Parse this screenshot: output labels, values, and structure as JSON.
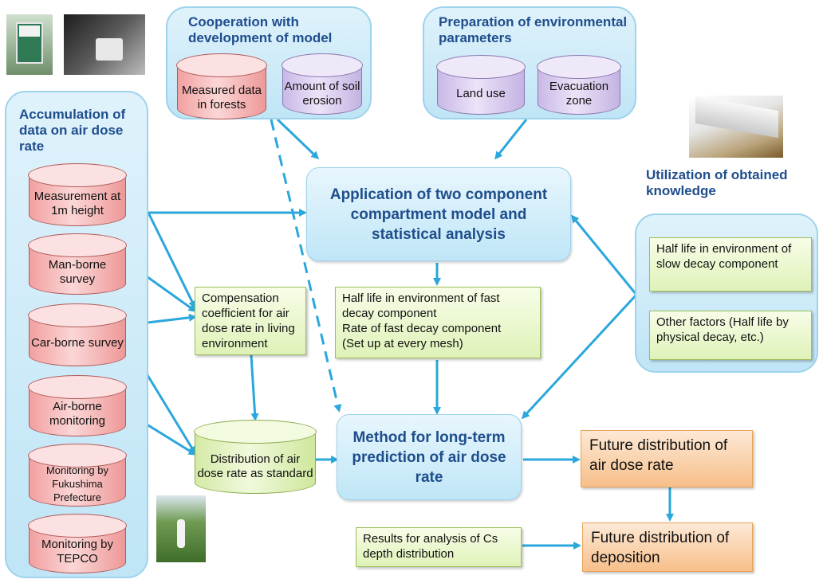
{
  "panels": {
    "cooperation": {
      "title": "Cooperation with development of model"
    },
    "preparation": {
      "title": "Preparation of environmental parameters"
    },
    "accumulation": {
      "title": "Accumulation of data on air dose rate"
    },
    "utilization": {
      "title": "Utilization of obtained knowledge"
    }
  },
  "cylinders": {
    "measured_forests": "Measured data in forests",
    "soil_erosion": "Amount of soil erosion",
    "land_use": "Land use",
    "evacuation_zone": "Evacuation zone",
    "measurement_1m": "Measurement at 1m height",
    "man_borne": "Man-borne survey",
    "car_borne": "Car-borne survey",
    "air_borne": "Air-borne monitoring",
    "fukushima": "Monitoring by Fukushima Prefecture",
    "tepco": "Monitoring by TEPCO",
    "distribution_standard": "Distribution of air dose rate as standard"
  },
  "boxes": {
    "application": "Application of two component compartment model and statistical analysis",
    "half_life_fast": "Half life in environment of fast decay component\nRate of fast decay component\n(Set up at every mesh)",
    "compensation": "Compensation coefficient for air dose rate in living environment",
    "method": "Method for long-term prediction of air dose rate",
    "slow_decay": "Half life in environment of slow decay component",
    "other_factors": "Other factors (Half life by physical decay, etc.)",
    "future_air_dose": "Future distribution of air dose rate",
    "future_deposition": "Future distribution of deposition",
    "results_cs": "Results for analysis of Cs depth distribution"
  },
  "colors": {
    "arrow": "#2aa7dc",
    "title": "#1f4e8c"
  }
}
